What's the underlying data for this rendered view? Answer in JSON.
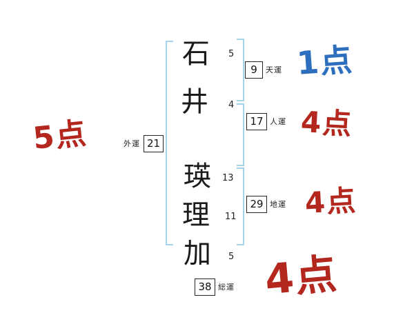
{
  "diagram": "name-fortune-result",
  "name": {
    "chars": [
      {
        "char": "石",
        "strokes": "5"
      },
      {
        "char": "井",
        "strokes": "4"
      },
      {
        "char": "瑛",
        "strokes": "13"
      },
      {
        "char": "理",
        "strokes": "11"
      },
      {
        "char": "加",
        "strokes": "5"
      }
    ]
  },
  "fortunes": {
    "heaven": {
      "value": "9",
      "label": "天運",
      "score": "1点"
    },
    "person": {
      "value": "17",
      "label": "人運",
      "score": "4点"
    },
    "earth": {
      "value": "29",
      "label": "地運",
      "score": "4点"
    },
    "outer": {
      "value": "21",
      "label": "外運",
      "score": "5点"
    },
    "total": {
      "value": "38",
      "label": "総運",
      "score": "4点"
    }
  },
  "colors": {
    "score_red": "#b3271e",
    "score_blue": "#2d6fbe",
    "bracket_blue": "#a5d3ea"
  }
}
